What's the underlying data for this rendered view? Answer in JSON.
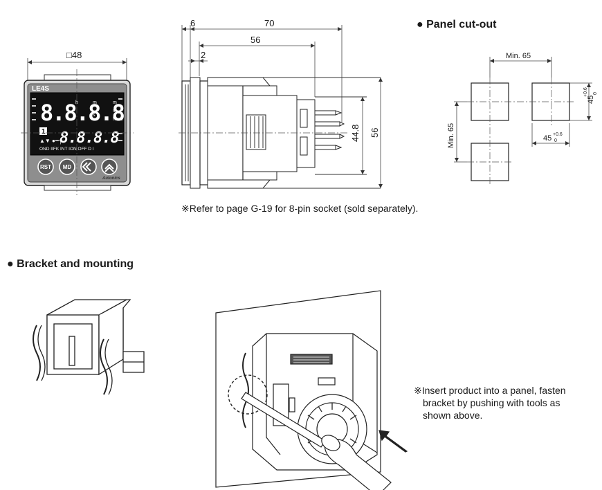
{
  "front_view": {
    "size_label": "□48",
    "model_label": "LE4S",
    "display_top": "8.8.8.8",
    "display_bottom": "8.8.8.8",
    "unit_top": [
      "h",
      "m",
      "s"
    ],
    "unit_top_right": [
      "m",
      "s",
      "h"
    ],
    "indicator_row": "OND  IIFK INT ION OFF D I",
    "buttons": [
      "RST",
      "MD"
    ],
    "brand": "Autonics"
  },
  "side_view": {
    "dims": {
      "total": "70",
      "body": "56",
      "flange": "6",
      "bezel": "2",
      "inner_height": "44.8",
      "height": "56"
    }
  },
  "panel_cutout": {
    "title": "● Panel cut-out",
    "min_h": "Min. 65",
    "min_v": "Min. 65",
    "hole_w": "45",
    "hole_h": "45",
    "tol": "+0.6",
    "tol_zero": "0"
  },
  "socket_note": "※Refer to page G-19 for 8-pin socket (sold separately).",
  "bracket": {
    "title": "● Bracket and mounting",
    "note_lines": [
      "※Insert product into a panel, fasten",
      "bracket by pushing with tools as",
      "shown above."
    ]
  }
}
